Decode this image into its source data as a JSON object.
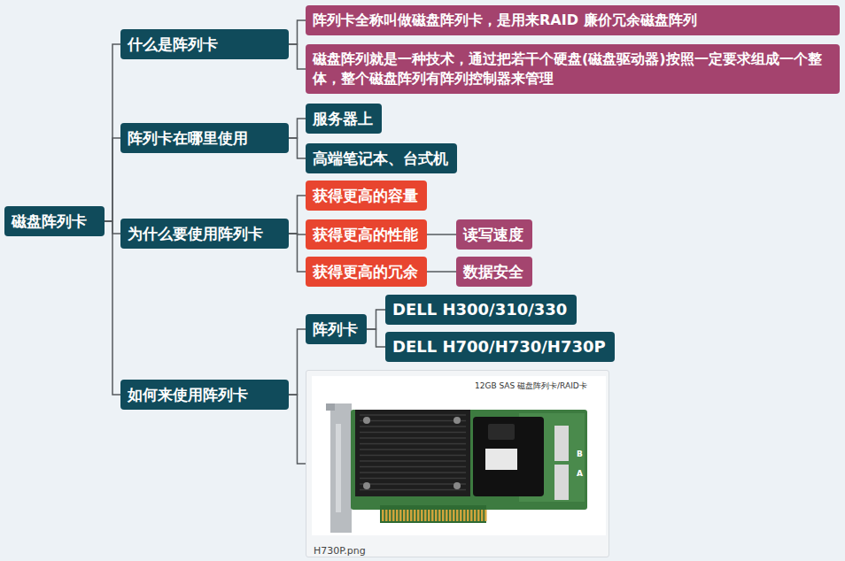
{
  "diagram": {
    "nodes": [
      {
        "text": [
          "磁盘阵列卡"
        ]
      },
      {
        "text": [
          "什么是阵列卡"
        ]
      },
      {
        "text": [
          "阵列卡全称叫做磁盘阵列卡，是用来RAID 廉价冗余磁盘阵列"
        ]
      },
      {
        "text": [
          "磁盘阵列就是一种技术，通过把若干个硬盘(磁盘驱动器)按照一定要求组成一个整体，整个磁盘阵列有阵列控制器来管理"
        ]
      },
      {
        "text": [
          "阵列卡在哪里使用"
        ]
      },
      {
        "text": [
          "服务器上"
        ]
      },
      {
        "text": [
          "高端笔记本、台式机"
        ]
      },
      {
        "text": [
          "为什么要使用阵列卡"
        ]
      },
      {
        "text": [
          "获得更高的容量"
        ]
      },
      {
        "text": [
          "获得更高的性能"
        ]
      },
      {
        "text": [
          "读写速度"
        ]
      },
      {
        "text": [
          "获得更高的冗余"
        ]
      },
      {
        "text": [
          "数据安全"
        ]
      },
      {
        "text": [
          "如何来使用阵列卡"
        ]
      },
      {
        "text": [
          "阵列卡"
        ]
      },
      {
        "text": [
          "DELL H300/310/330"
        ]
      },
      {
        "text": [
          "DELL H700/H730/H730P"
        ]
      },
      {
        "text": [
          "12GB SAS 磁盘阵列卡/RAID卡",
          "H730P.png"
        ]
      }
    ],
    "edges": [
      {
        "from": 0,
        "to": 1,
        "arrow": "none"
      },
      {
        "from": 0,
        "to": 4,
        "arrow": "none"
      },
      {
        "from": 0,
        "to": 7,
        "arrow": "none"
      },
      {
        "from": 0,
        "to": 13,
        "arrow": "none"
      },
      {
        "from": 1,
        "to": 2,
        "arrow": "none"
      },
      {
        "from": 1,
        "to": 3,
        "arrow": "none"
      },
      {
        "from": 4,
        "to": 5,
        "arrow": "none"
      },
      {
        "from": 4,
        "to": 6,
        "arrow": "none"
      },
      {
        "from": 7,
        "to": 8,
        "arrow": "none"
      },
      {
        "from": 7,
        "to": 9,
        "arrow": "none"
      },
      {
        "from": 7,
        "to": 11,
        "arrow": "none"
      },
      {
        "from": 9,
        "to": 10,
        "arrow": "none"
      },
      {
        "from": 11,
        "to": 12,
        "arrow": "none"
      },
      {
        "from": 13,
        "to": 14,
        "arrow": "none"
      },
      {
        "from": 13,
        "to": 17,
        "arrow": "none"
      },
      {
        "from": 14,
        "to": 15,
        "arrow": "none"
      },
      {
        "from": 14,
        "to": 16,
        "arrow": "none"
      }
    ],
    "labels": [
      "B",
      "A"
    ]
  }
}
